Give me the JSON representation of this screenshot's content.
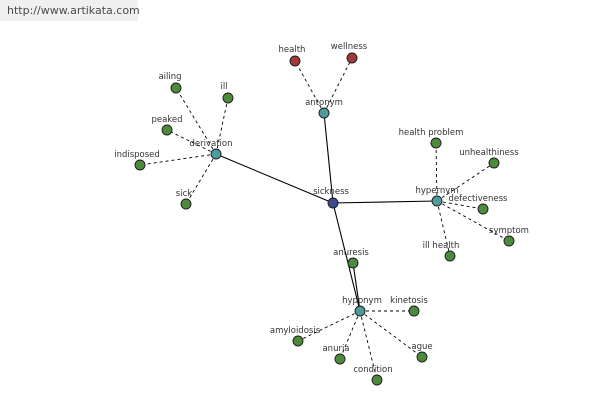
{
  "header": {
    "url": "http://www.artikata.com"
  },
  "colors": {
    "root": "#3b4a8c",
    "relation": "#4f9a9a",
    "word": "#4e8a3c",
    "antonym_word": "#a03a3a",
    "edge": "#000000",
    "label": "#333333"
  },
  "graph": {
    "root": {
      "label": "sickness"
    },
    "relations": [
      {
        "id": "derivation",
        "label": "derivation",
        "words": [
          "ailing",
          "ill",
          "peaked",
          "indisposed",
          "sick"
        ]
      },
      {
        "id": "antonym",
        "label": "antonym",
        "words": [
          "health",
          "wellness"
        ]
      },
      {
        "id": "hypernym",
        "label": "hypernym",
        "words": [
          "health problem",
          "unhealthiness",
          "defectiveness",
          "symptom",
          "ill health"
        ]
      },
      {
        "id": "hyponym",
        "label": "hyponym",
        "words": [
          "anuresis",
          "kinetosis",
          "amyloidosis",
          "anuria",
          "ague",
          "condition"
        ]
      }
    ]
  }
}
